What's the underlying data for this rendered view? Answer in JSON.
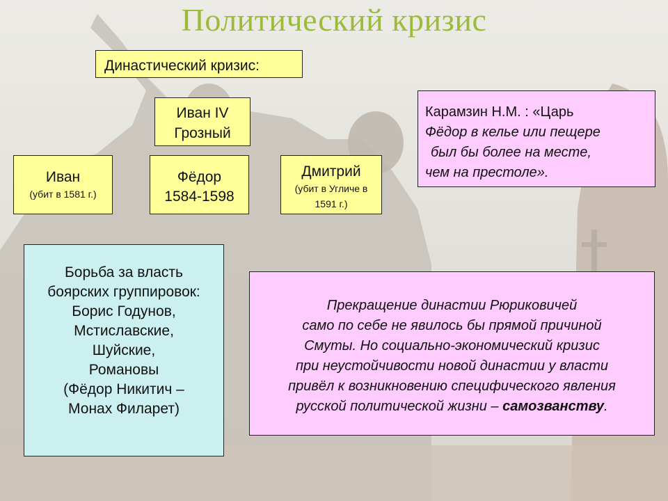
{
  "title": "Политический кризис",
  "dynastic_label": "Династический кризис:",
  "ivan4": {
    "line1": "Иван IV",
    "line2": "Грозный"
  },
  "ivan": {
    "name": "Иван",
    "note": "(убит в 1581 г.)"
  },
  "fedor": {
    "name": "Фёдор",
    "years": "1584-1598"
  },
  "dmitry": {
    "name": "Дмитрий",
    "note_line1": "(убит в Угличе в",
    "note_line2": "1591 г.)"
  },
  "karamzin": {
    "lines": [
      "Карамзин Н.М. : «Царь",
      "Фёдор в келье или пещере",
      "был бы более на месте,",
      "чем на престоле»."
    ]
  },
  "struggle": {
    "lines": [
      "Борьба за власть",
      "боярских группировок:",
      "Борис Годунов,",
      "Мстиславские,",
      "Шуйские,",
      "Романовы",
      "(Фёдор Никитич –",
      "Монах Филарет)"
    ]
  },
  "dynasty_end": {
    "lines": [
      "Прекращение династии Рюриковичей",
      "само по себе не явилось бы прямой причиной",
      "Смуты. Но социально-экономический кризис",
      "при неустойчивости новой династии у власти",
      "привёл к возникновению специфического явления"
    ],
    "last_line_prefix": "русской политической жизни – ",
    "last_line_bold": "самозванству",
    "last_line_suffix": "."
  }
}
